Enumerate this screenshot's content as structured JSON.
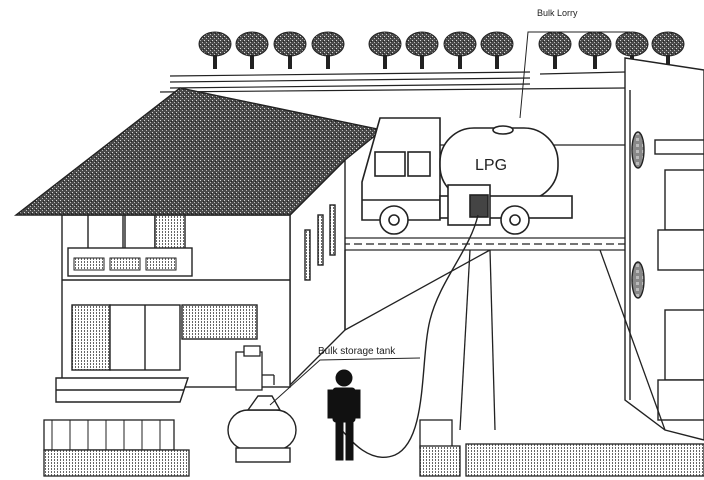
{
  "labels": {
    "bulk_lorry": "Bulk Lorry",
    "lpg": "LPG",
    "bulk_storage_tank": "Bulk storage tank"
  },
  "colors": {
    "line": "#222222",
    "roof": "#3a3a3a",
    "ground_hatch": "#555555",
    "background": "#ffffff"
  }
}
